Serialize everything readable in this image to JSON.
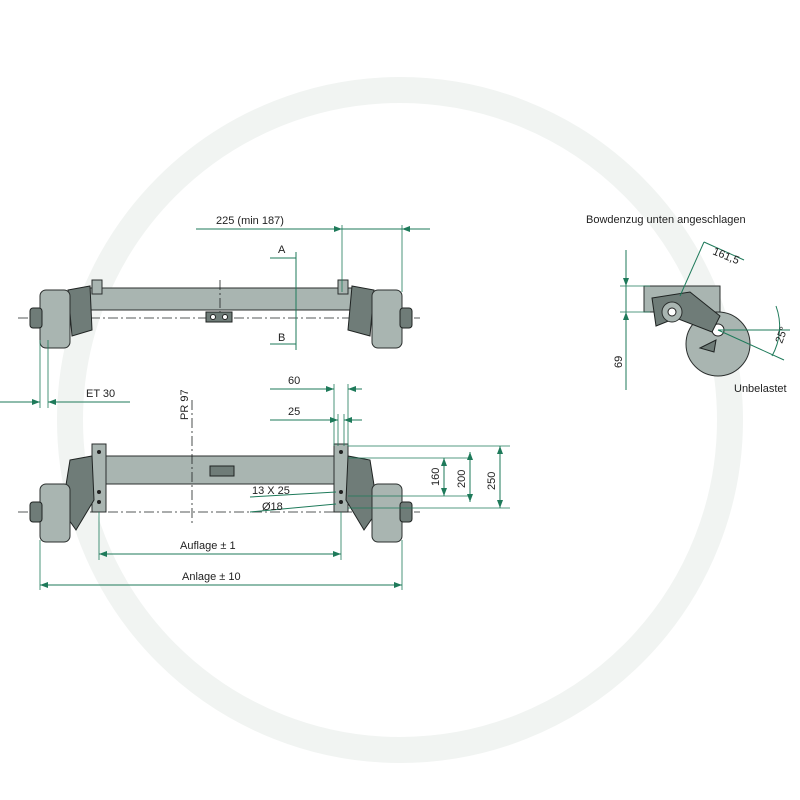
{
  "labels": {
    "top_width": "225 (min 187)",
    "section_a": "A",
    "section_b": "B",
    "et": "ET  30",
    "pr": "PR  97",
    "d60": "60",
    "d25": "25",
    "d160": "160",
    "d200": "200",
    "d250": "250",
    "holes": "13 X 25",
    "diameter": "Ø18",
    "auflage": "Auflage ± 1",
    "anlage": "Anlage ± 10",
    "bowden": "Bowdenzug unten angeschlagen",
    "d161": "161,5",
    "d69": "69",
    "angle": "25°",
    "unbelastet": "Unbelastet"
  },
  "colors": {
    "dimension": "#1e7a5a",
    "part_fill": "#a9b5b1",
    "part_dark": "#6f7c78",
    "outline": "#2b2f2e"
  }
}
